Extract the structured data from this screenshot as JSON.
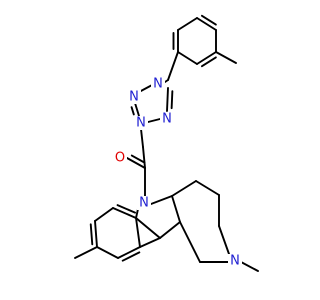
{
  "structure": {
    "colors": {
      "bond": "#000000",
      "carbon": "#000000",
      "nitrogen": "#1f1fd1",
      "oxygen": "#e00000",
      "background": "#ffffff"
    },
    "atom_labels": [
      {
        "id": "n-tetrazole-1",
        "element": "N",
        "text": "N"
      },
      {
        "id": "n-tetrazole-2",
        "element": "N",
        "text": "N"
      },
      {
        "id": "n-tetrazole-3",
        "element": "N",
        "text": "N"
      },
      {
        "id": "n-tetrazole-4",
        "element": "N",
        "text": "N"
      },
      {
        "id": "o-carbonyl",
        "element": "O",
        "text": "O"
      },
      {
        "id": "n-indoline",
        "element": "N",
        "text": "N"
      },
      {
        "id": "n-piperidine",
        "element": "N",
        "text": "N"
      }
    ]
  }
}
